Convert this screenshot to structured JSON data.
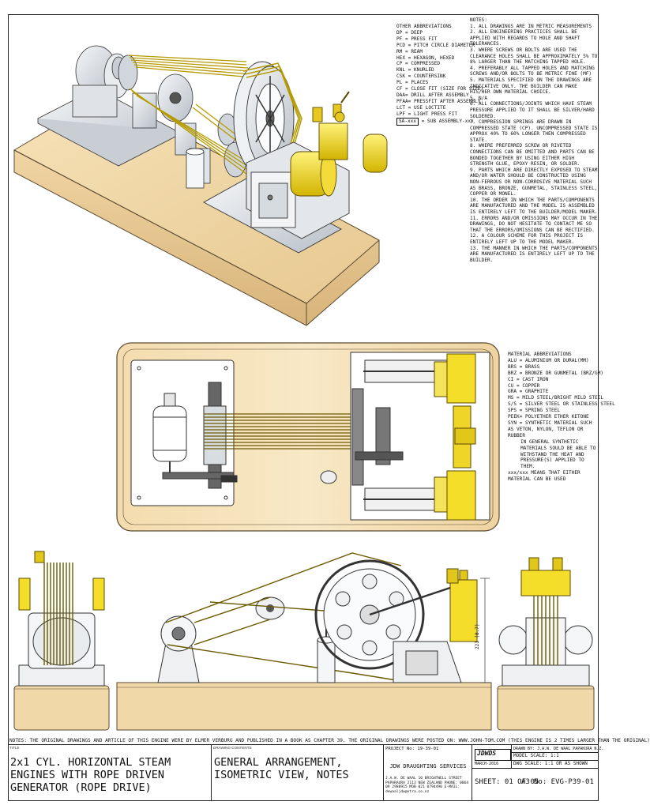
{
  "abbreviations_other": {
    "heading": "OTHER ABBREVIATIONS",
    "items": [
      "DP = DEEP",
      "PF = PRESS FIT",
      "PCD = PITCH CIRCLE DIAMETER",
      "RM = REAM",
      "HEX = HEXAGON, HEXED",
      "CP = COMPRESSED",
      "KNL = KNURLED",
      "CSK = COUNTERSINK",
      "PL = PLACES",
      "CF = CLOSE FIT (SIZE FOR SIZE)",
      "DAA= DRILL AFTER ASSEMBLY",
      "PFAA= PRESSFIT AFTER ASSEMBLY",
      "LCT = USE LOCTITE",
      "LPF = LIGHT PRESS FIT"
    ],
    "subassembly_box": "SA-xxx",
    "subassembly_text": "= SUB ASSEMBLY-xxx"
  },
  "notes": {
    "heading": "NOTES:",
    "items": [
      "1. ALL DRAWINGS ARE IN METRIC MEASUREMENTS",
      "2. ALL ENGINEERING PRACTICES SHALL BE APPLIED WITH REGARDS TO HOLE AND SHAFT TOLERANCES.",
      "3. WHERE SCREWS OR BOLTS ARE USED THE CLEARANCE HOLES SHALL BE APPROXIMATELY 5% TO 8% LARGER THAN THE MATCHING TAPPED HOLE.",
      "4. PREFERABLY ALL TAPPED HOLES AND MATCHING SCREWS AND/OR BOLTS TO BE METRIC FINE (MF)",
      "5. MATERIALS SPECIFIED ON THE DRAWINGS ARE INDICATIVE ONLY. THE BUILDER CAN MAKE HIS/HER OWN MATERIAL CHOICE.",
      "5. N/A",
      "6. ALL CONNECTIONS/JOINTS WHICH HAVE STEAM PRESSURE APPLIED TO IT SHALL BE SILVER/HARD SOLDERED.",
      "7. COMPRESSION SPRINGS ARE DRAWN IN COMPRESSED STATE (CP). UNCOMPRESSED STATE IS APPROX 40% TO 60% LONGER THEN COMPRESSED STATE.",
      "8. WHERE PREFERRED SCREW OR RIVETED CONNECTIONS CAN BE OMITTED AND PARTS CAN BE BONDED TOGETHER BY USING EITHER HIGH STRENGTH GLUE, EPOXY RESIN, OR SOLDER.",
      "9. PARTS WHICH ARE DIRECTLY EXPOSED TO STEAM AND/OR WATER SHOULD BE CONSTRUCTED USING NON-FERROUS OR NON-CORROSIVE MATERIAL SUCH AS BRASS, BRONZE, GUNMETAL, STAINLESS STEEL, COPPER OR MONEL.",
      "10. THE ORDER IN WHICH THE PARTS/COMPONENTS ARE MANUFACTURED AND THE MODEL IS ASSEMBLED IS ENTIRELY LEFT TO THE BUILDER/MODEL MAKER.",
      "11. ERRORS AND/OR OMISSIONS MAY OCCUR IN THE DRAWINGS, DO NOT HESITATE TO CONTACT ME SO THAT THE ERRORS/OMISSIONS CAN BE RECTIFIED.",
      "12. A COLOUR SCHEME FOR THIS PROJECT IS ENTIRELY LEFT UP TO THE MODEL MAKER.",
      "13. THE MANNER IN WHICH THE PARTS/COMPONENTS ARE MANUFACTURED IS ENTIRELY LEFT UP TO THE BUILDER."
    ]
  },
  "abbreviations_material": {
    "heading": "MATERIAL ABBREVIATIONS",
    "items": [
      "ALU = ALUMINIUM OR DURAL(MM)",
      "BRS = BRASS",
      "BRZ = BRONZE OR GUNMETAL (BRZ/GM)",
      "CI  = CAST IRON",
      "CU  = COPPER",
      "GRA = GRAPHITE",
      "MS  = MILD STEEL/BRIGHT MILD STEEL",
      "S/S = SILVER STEEL OR STAINLESS STEEL",
      "SPS = SPRING STEEL",
      "PEEK= POLYETHER ETHER KETONE",
      "SYN = SYNTHETIC MATERIAL SUCH AS VETON, NYLON, TEFLON OR RUBBER"
    ],
    "synthetic_note": "IN GENERAL SYNTHETIC MATERIALS SOULD BE ABLE TO WITHSTAND THE HEAT AND PRESSURE(S) APPLIED TO THEM.",
    "either_note": "xxx/xxx MEANS THAT EITHER MATERIAL CAN BE USED"
  },
  "dimension_label": "221 [8.7]",
  "title_block": {
    "notes_line": "NOTES: THE ORIGINAL DRAWINGS AND ARTICLE OF THIS ENGINE WERE BY ELMER VERBURG AND PUBLISHED IN A BOOK AS CHAPTER 39. THE ORIGINAL DRAWINGS WERE POSTED ON: WWW.JOHN-TOM.COM (THIS ENGINE IS 2 TIMES LARGER THAN THE ORIGINAL)",
    "title_label": "TITLE",
    "title": "2x1 CYL. HORIZONTAL STEAM ENGINES WITH ROPE DRIVEN GENERATOR (ROPE DRIVE)",
    "contents_label": "DRAWING CONTENTS",
    "contents": "GENERAL ARRANGEMENT, ISOMETRIC VIEW, NOTES",
    "project_label": "PROJECT No:",
    "project_no": "19-39-01",
    "company": "JDW DRAUGHTING SERVICES",
    "address": "J.A.W. DE WAAL 10 BRIGHTWELL STREET PAPARAURA 2113 NEW ZEALAND PHONE: 0064 09 2988915 MOB 021 0794490 E-MAIL: dewaaljdw@xtra.co.nz",
    "logo_text": "JDWDS",
    "date": "MARCH-2016",
    "drawn_by": "DRAWN BY: J.A.W. DE WAAL PAPAKURA N.Z.",
    "model_scale": "MODEL SCALE: 1:1",
    "dwg_scale": "DWG SCALE: 1:1 OR AS SHOWN",
    "sheet": "SHEET: 01 OF 05",
    "size": "A3",
    "dwg_no": "No: EVG-P39-01"
  }
}
